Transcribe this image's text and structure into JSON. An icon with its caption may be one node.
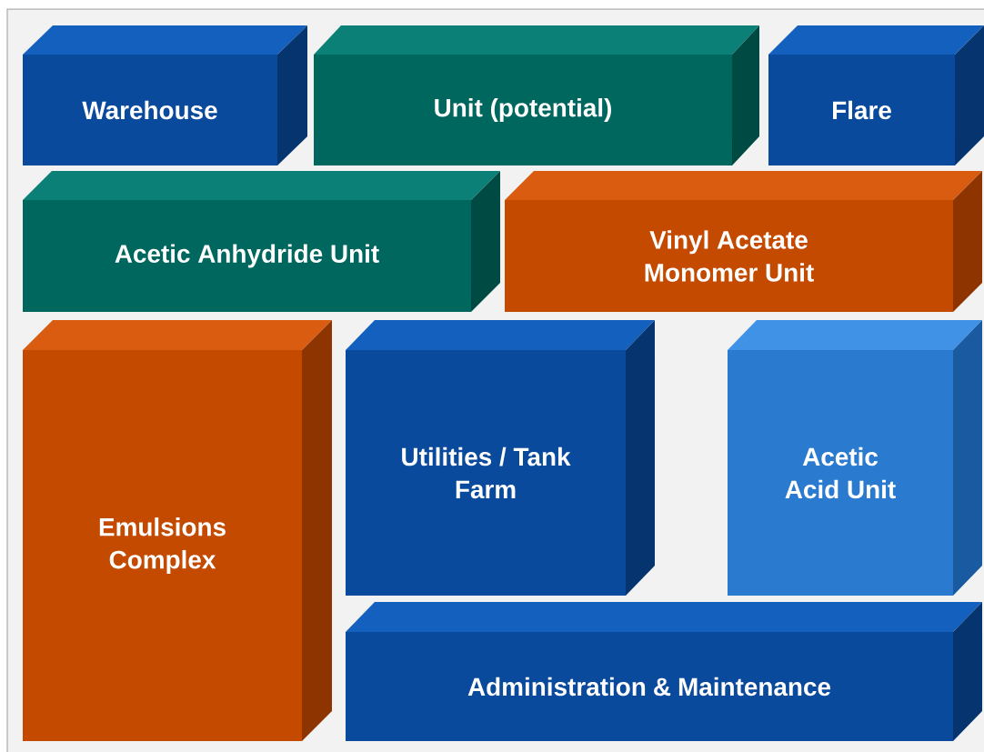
{
  "diagram": {
    "nodes": [
      {
        "text": [
          "Warehouse"
        ]
      },
      {
        "text": [
          "Unit (potential)"
        ]
      },
      {
        "text": [
          "Flare"
        ]
      },
      {
        "text": [
          "Acetic Anhydride Unit"
        ]
      },
      {
        "text": [
          "Vinyl Acetate Monomer Unit"
        ]
      },
      {
        "text": [
          "Emulsions Complex"
        ]
      },
      {
        "text": [
          "Utilities / Tank Farm"
        ]
      },
      {
        "text": [
          "Acetic Acid Unit"
        ]
      },
      {
        "text": [
          "Administration & Maintenance"
        ]
      }
    ]
  }
}
